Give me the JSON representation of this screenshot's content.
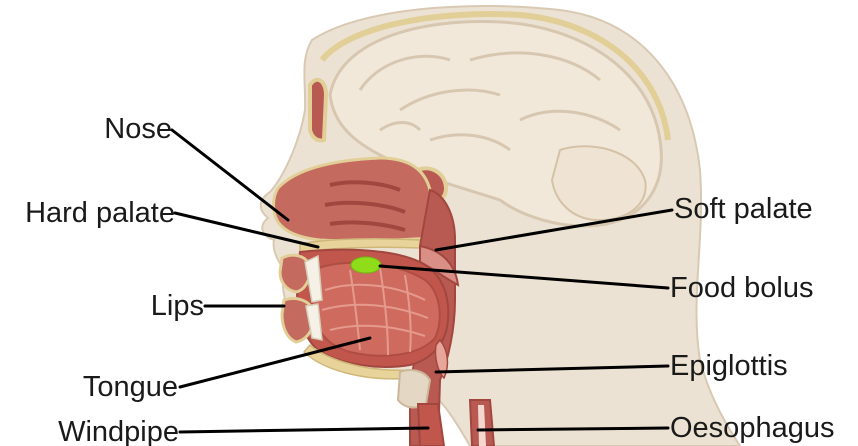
{
  "labels": {
    "nose": "Nose",
    "hard_palate": "Hard palate",
    "lips": "Lips",
    "tongue": "Tongue",
    "windpipe": "Windpipe",
    "soft_palate": "Soft palate",
    "food_bolus": "Food bolus",
    "epiglottis": "Epiglottis",
    "oesophagus": "Oesophagus"
  },
  "colors": {
    "skin": "#ece2d3",
    "skin_edge": "#d9c9b3",
    "brain": "#f1e8da",
    "brain_fold": "#d8c7b0",
    "bone": "#e8d49a",
    "cavity": "#b85a52",
    "cavity_light": "#d98f86",
    "muscle": "#c8645a",
    "food_bolus": "#8fdc1a"
  }
}
